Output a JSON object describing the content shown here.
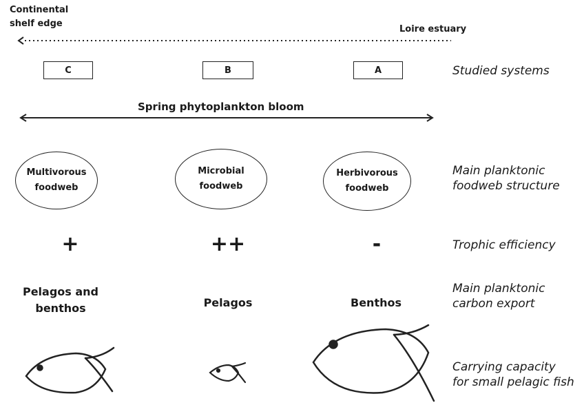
{
  "gradient": {
    "left_label_line1": "Continental",
    "left_label_line2": "shelf edge",
    "right_label": "Loire estuary"
  },
  "systems": {
    "c": "C",
    "b": "B",
    "a": "A",
    "row_label": "Studied systems"
  },
  "bloom": {
    "label": "Spring phytoplankton bloom"
  },
  "foodweb": {
    "multivorous_line1": "Multivorous",
    "multivorous_line2": "foodweb",
    "microbial_line1": "Microbial",
    "microbial_line2": "foodweb",
    "herbivorous_line1": "Herbivorous",
    "herbivorous_line2": "foodweb",
    "row_label_line1": "Main planktonic",
    "row_label_line2": "foodweb structure"
  },
  "trophic": {
    "c": "+",
    "b": "++",
    "a": "-",
    "row_label": "Trophic efficiency"
  },
  "export": {
    "c_line1": "Pelagos and",
    "c_line2": "benthos",
    "b": "Pelagos",
    "a": "Benthos",
    "row_label_line1": "Main planktonic",
    "row_label_line2": "carbon export"
  },
  "fish": {
    "row_label_line1": "Carrying capacity",
    "row_label_line2": "for small pelagic fish"
  },
  "colors": {
    "ink": "#1a1a1a"
  }
}
